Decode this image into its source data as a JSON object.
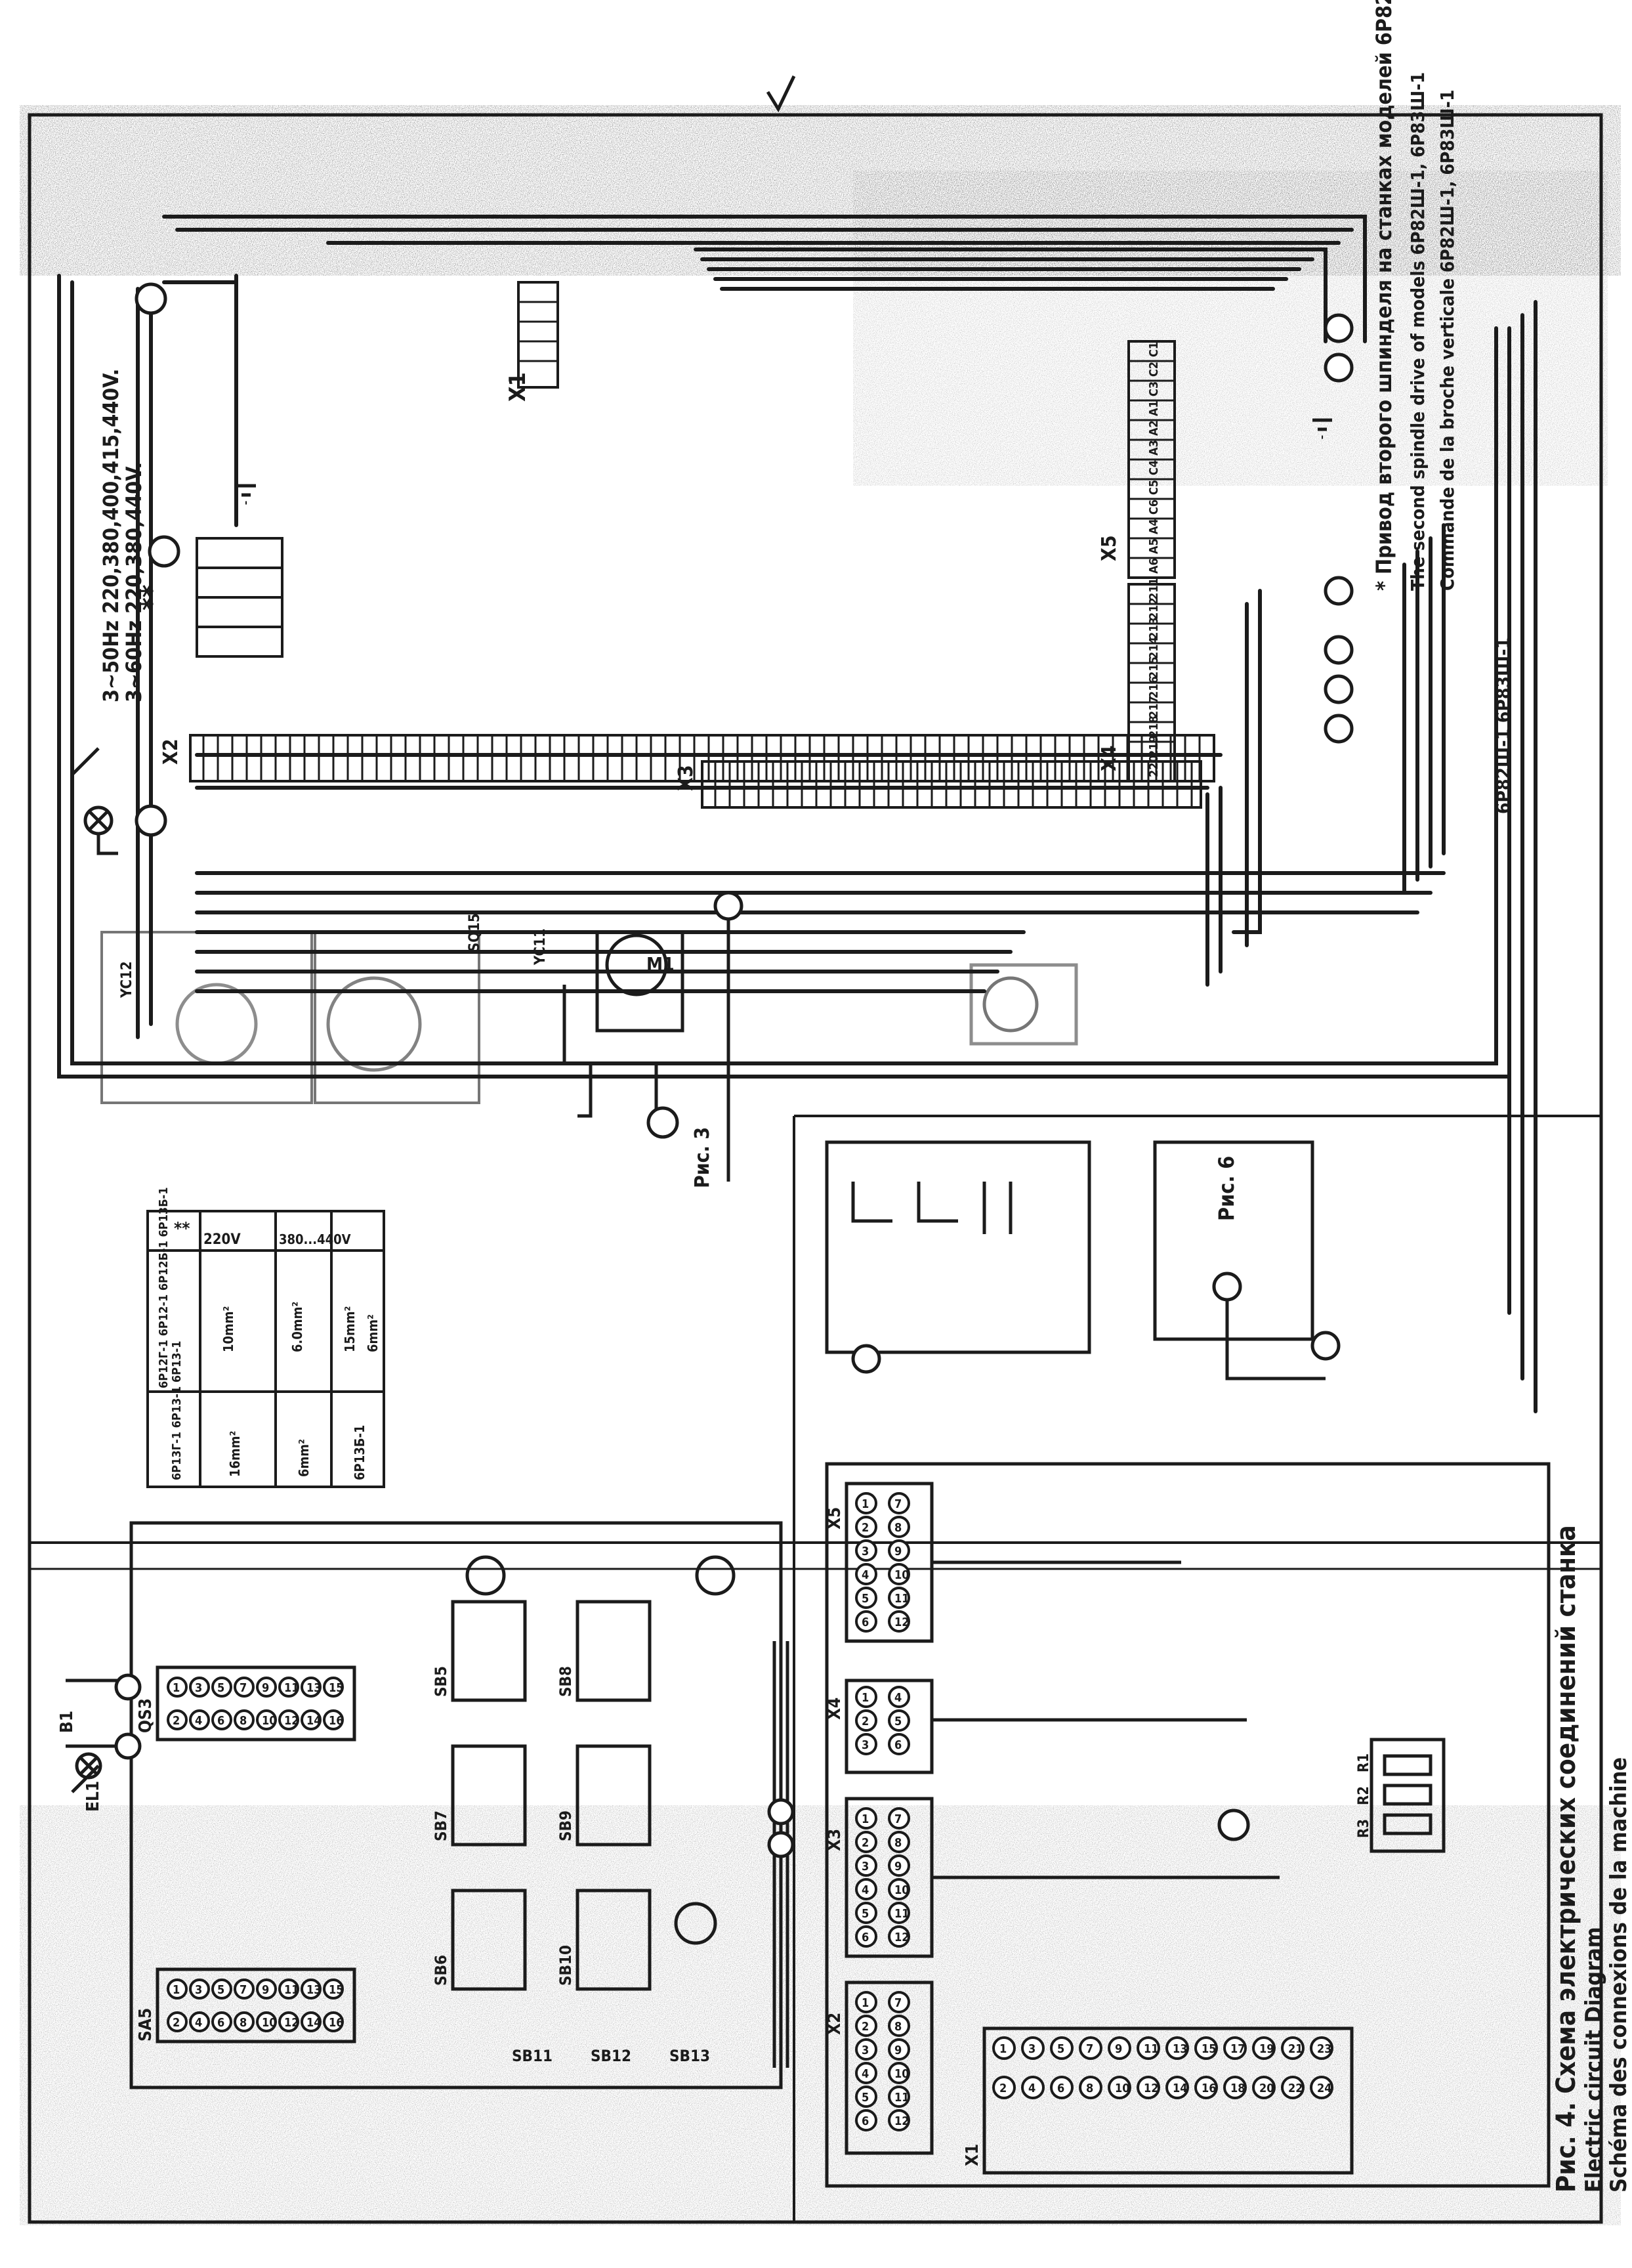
{
  "supply": {
    "line1": "3~50Hz 220,380,400,415,440V.",
    "line2": "3~60Hz 220,380,440V."
  },
  "terminal_strips": {
    "x1": "X1",
    "x2": "X2",
    "x3": "X3",
    "x4": "X4",
    "x5": "X5"
  },
  "strip_x5_labels": [
    "C1",
    "C2",
    "C3",
    "A1",
    "A2",
    "A3",
    "C4",
    "C5",
    "C6",
    "A4",
    "A5",
    "A6"
  ],
  "strip_x4_labels": [
    "211",
    "212",
    "213",
    "214",
    "215",
    "216",
    "217",
    "218",
    "219",
    "220"
  ],
  "table": {
    "marker": "**",
    "headers": [
      "220V",
      "380...440V"
    ],
    "rows": [
      {
        "models": "6P12Г-1 6P12-1 6P12Б-1 6P13Б-1",
        "c220": "10mm²",
        "c380": "6.0mm²"
      },
      {
        "models": "6P13Г-1 6P13-1 6P13-1",
        "c220": "16mm²",
        "c380": "6mm²"
      },
      {
        "models": "6P13Б-1",
        "c220": "15mm²",
        "c380": "6mm²"
      }
    ]
  },
  "left_panel": {
    "lamp": "EL1",
    "lamp_switch": "B1",
    "switch_sa5": "SA5",
    "switch_qs3": "QS3",
    "buttons": [
      "SB5",
      "SB7",
      "SB6",
      "SB8",
      "SB9",
      "SB10",
      "SB11",
      "SB12",
      "SB13"
    ]
  },
  "bottom_panel": {
    "strips": [
      "X5",
      "X4",
      "X3",
      "X2",
      "X1"
    ],
    "resistors": [
      "R1",
      "R2",
      "R3"
    ]
  },
  "motor_area": {
    "motor": "M1",
    "valves": [
      "YC11",
      "YC12"
    ],
    "switch": "SQ15",
    "ref": "Рис. 3"
  },
  "connector_block_ref": "Рис. 6",
  "notes": [
    "* Привод второго шпинделя на станках моделей 6P82Ш-1, 6P83Ш-1",
    "The second spindle drive of models 6P82Ш-1, 6P83Ш-1",
    "Commande de la broche verticale 6P82Ш-1, 6P83Ш-1",
    "6P82Ш-1   6P83Ш-1"
  ],
  "caption": {
    "title": "Рис. 4. Схема электрических соединений станка",
    "en": "Electric circuit Diagram",
    "fr": "Schéma des connexions de la machine"
  },
  "colors": {
    "ink": "#1b1b1b",
    "paper": "#ffffff",
    "noise": "#7a7a7a"
  }
}
